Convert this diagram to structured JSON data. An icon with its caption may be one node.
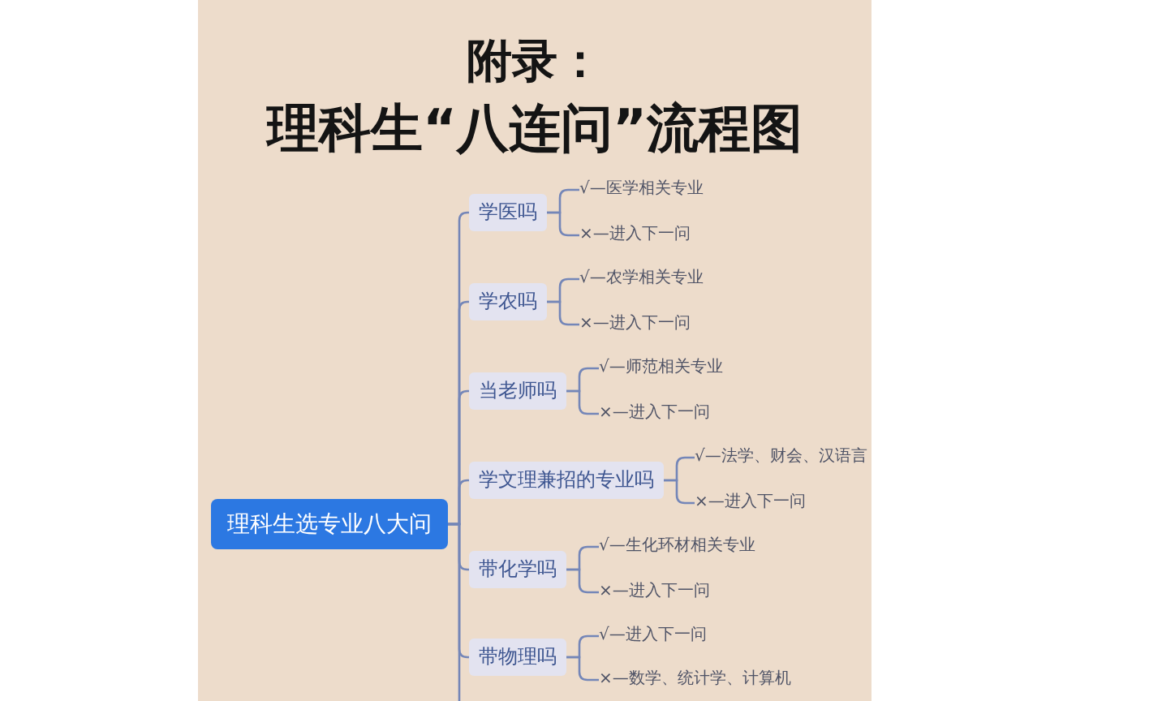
{
  "diagram": {
    "title": "理科生“八连问”流程图",
    "nodes": [
      {
        "text": [
          "理科生选专业八大问"
        ]
      },
      {
        "text": [
          "学医吗"
        ]
      },
      {
        "text": [
          "√—医学相关专业"
        ]
      },
      {
        "text": [
          "×—进入下一问"
        ]
      },
      {
        "text": [
          "学农吗"
        ]
      },
      {
        "text": [
          "√—农学相关专业"
        ]
      },
      {
        "text": [
          "×—进入下一问"
        ]
      },
      {
        "text": [
          "当老师吗"
        ]
      },
      {
        "text": [
          "√—师范相关专业"
        ]
      },
      {
        "text": [
          "×—进入下一问"
        ]
      },
      {
        "text": [
          "学文理兼招的专业吗"
        ]
      },
      {
        "text": [
          "√—法学、财会、汉语言"
        ]
      },
      {
        "text": [
          "×—进入下一问"
        ]
      },
      {
        "text": [
          "带化学吗"
        ]
      },
      {
        "text": [
          "√—生化环材相关专业"
        ]
      },
      {
        "text": [
          "×—进入下一问"
        ]
      },
      {
        "text": [
          "带物理吗"
        ]
      },
      {
        "text": [
          "√—进入下一问"
        ]
      },
      {
        "text": [
          "×—数学、统计学、计算机"
        ]
      }
    ],
    "edges": [
      {
        "from": 0,
        "to": 1,
        "arrow": "none"
      },
      {
        "from": 0,
        "to": 4,
        "arrow": "none"
      },
      {
        "from": 0,
        "to": 7,
        "arrow": "none"
      },
      {
        "from": 0,
        "to": 10,
        "arrow": "none"
      },
      {
        "from": 0,
        "to": 13,
        "arrow": "none"
      },
      {
        "from": 0,
        "to": 16,
        "arrow": "none"
      },
      {
        "from": 1,
        "to": 2,
        "arrow": "none"
      },
      {
        "from": 1,
        "to": 3,
        "arrow": "none"
      },
      {
        "from": 4,
        "to": 5,
        "arrow": "none"
      },
      {
        "from": 4,
        "to": 6,
        "arrow": "none"
      },
      {
        "from": 7,
        "to": 8,
        "arrow": "none"
      },
      {
        "from": 7,
        "to": 9,
        "arrow": "none"
      },
      {
        "from": 10,
        "to": 11,
        "arrow": "none"
      },
      {
        "from": 10,
        "to": 12,
        "arrow": "none"
      },
      {
        "from": 13,
        "to": 14,
        "arrow": "none"
      },
      {
        "from": 13,
        "to": 15,
        "arrow": "none"
      },
      {
        "from": 16,
        "to": 17,
        "arrow": "none"
      },
      {
        "from": 16,
        "to": 18,
        "arrow": "none"
      },
      {
        "from": 0,
        "to": null,
        "arrow": "none"
      }
    ],
    "labels": [
      "附录："
    ]
  }
}
